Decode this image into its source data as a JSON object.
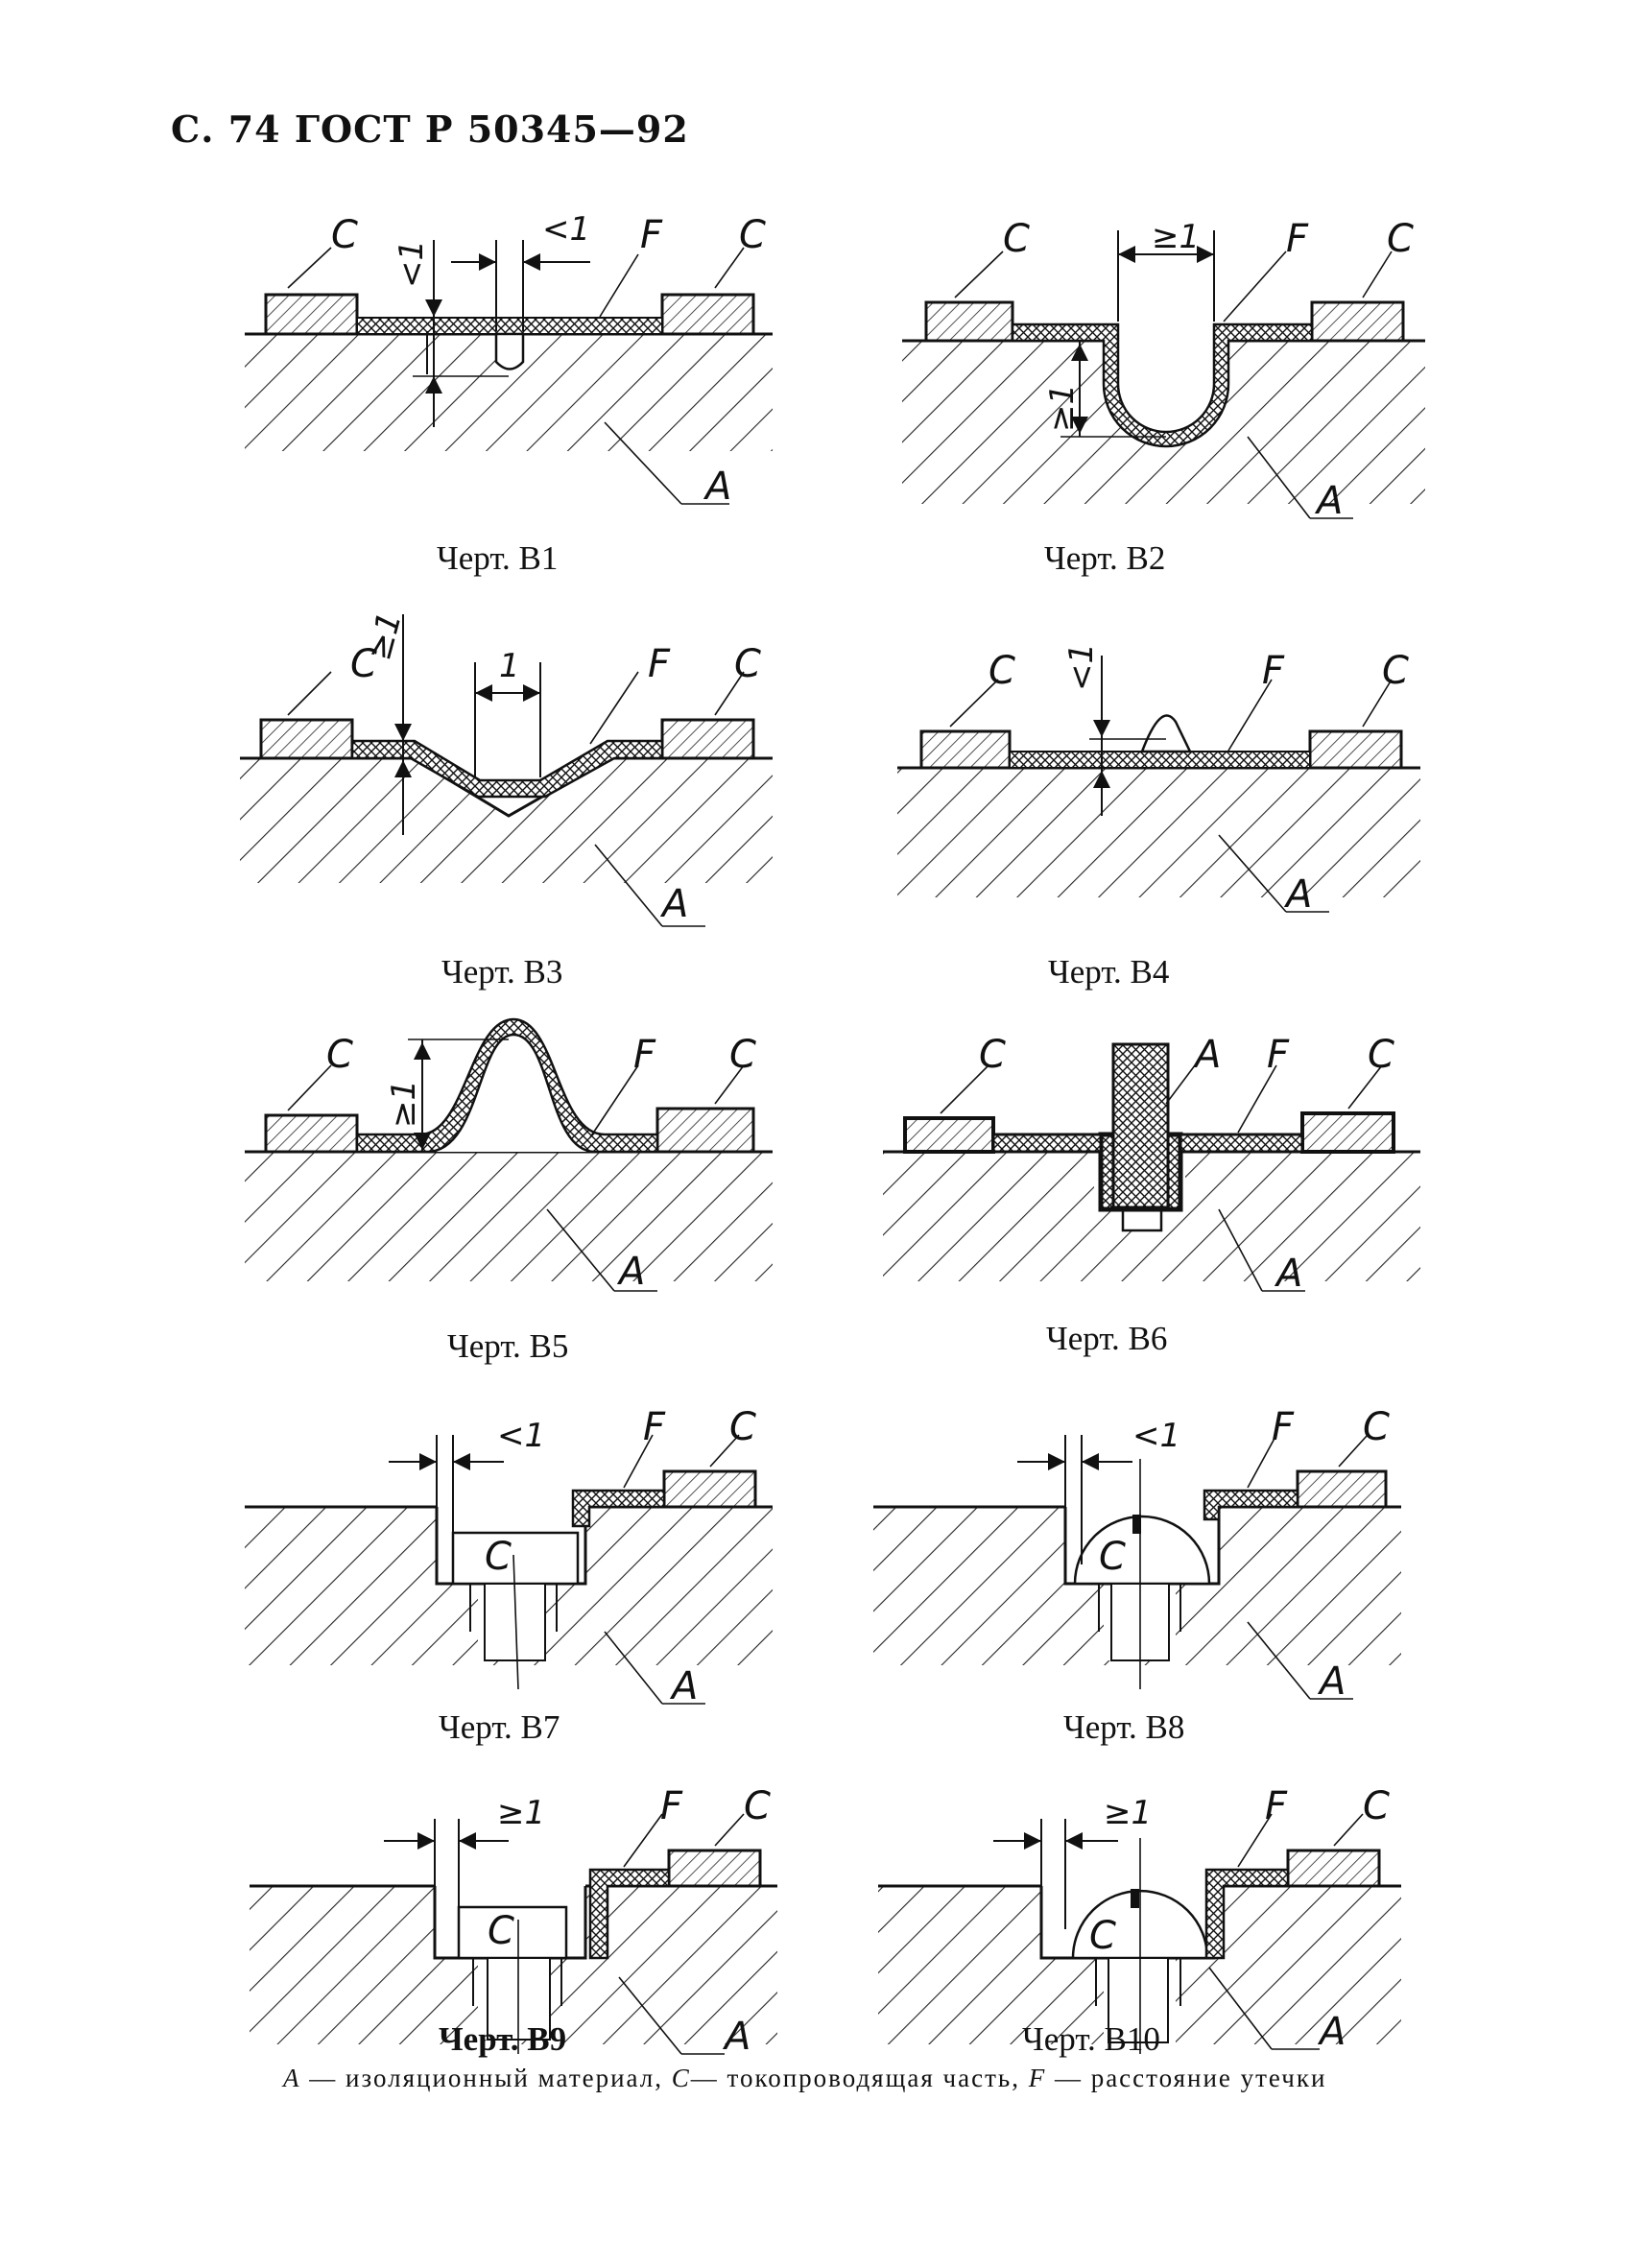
{
  "header": {
    "text": "С. 74 ГОСТ Р 50345—92"
  },
  "figures": [
    {
      "caption": "Черт. В1",
      "labels": {
        "c": "C",
        "f": "F",
        "a": "A"
      },
      "dims": [
        "<1",
        "<1"
      ]
    },
    {
      "caption": "Черт. В2",
      "labels": {
        "c": "C",
        "f": "F",
        "a": "A"
      },
      "dims": [
        "≥1",
        "≥1"
      ]
    },
    {
      "caption": "Черт. В3",
      "labels": {
        "c": "C",
        "f": "F",
        "a": "A"
      },
      "dims": [
        "≥1",
        "1"
      ]
    },
    {
      "caption": "Черт. В4",
      "labels": {
        "c": "C",
        "f": "F",
        "a": "A"
      },
      "dims": [
        "<1"
      ]
    },
    {
      "caption": "Черт. В5",
      "labels": {
        "c": "C",
        "f": "F",
        "a": "A"
      },
      "dims": [
        "≥1"
      ]
    },
    {
      "caption": "Черт. В6",
      "labels": {
        "c": "C",
        "f": "F",
        "a": "A"
      },
      "dims": []
    },
    {
      "caption": "Черт. В7",
      "labels": {
        "c": "C",
        "f": "F",
        "a": "A"
      },
      "dims": [
        "<1"
      ]
    },
    {
      "caption": "Черт. В8",
      "labels": {
        "c": "C",
        "f": "F",
        "a": "A"
      },
      "dims": [
        "<1"
      ]
    },
    {
      "caption": "Черт. В9",
      "labels": {
        "c": "C",
        "f": "F",
        "a": "A"
      },
      "dims": [
        "≥1"
      ]
    },
    {
      "caption": "Черт. В10",
      "labels": {
        "c": "C",
        "f": "F",
        "a": "A"
      },
      "dims": [
        "≥1"
      ]
    }
  ],
  "legend": {
    "a_sym": "A",
    "a_text": "— изоляционный материал,",
    "c_sym": "C",
    "c_text": "— токопроводящая часть,",
    "f_sym": "F",
    "f_text": "— расстояние утечки"
  }
}
